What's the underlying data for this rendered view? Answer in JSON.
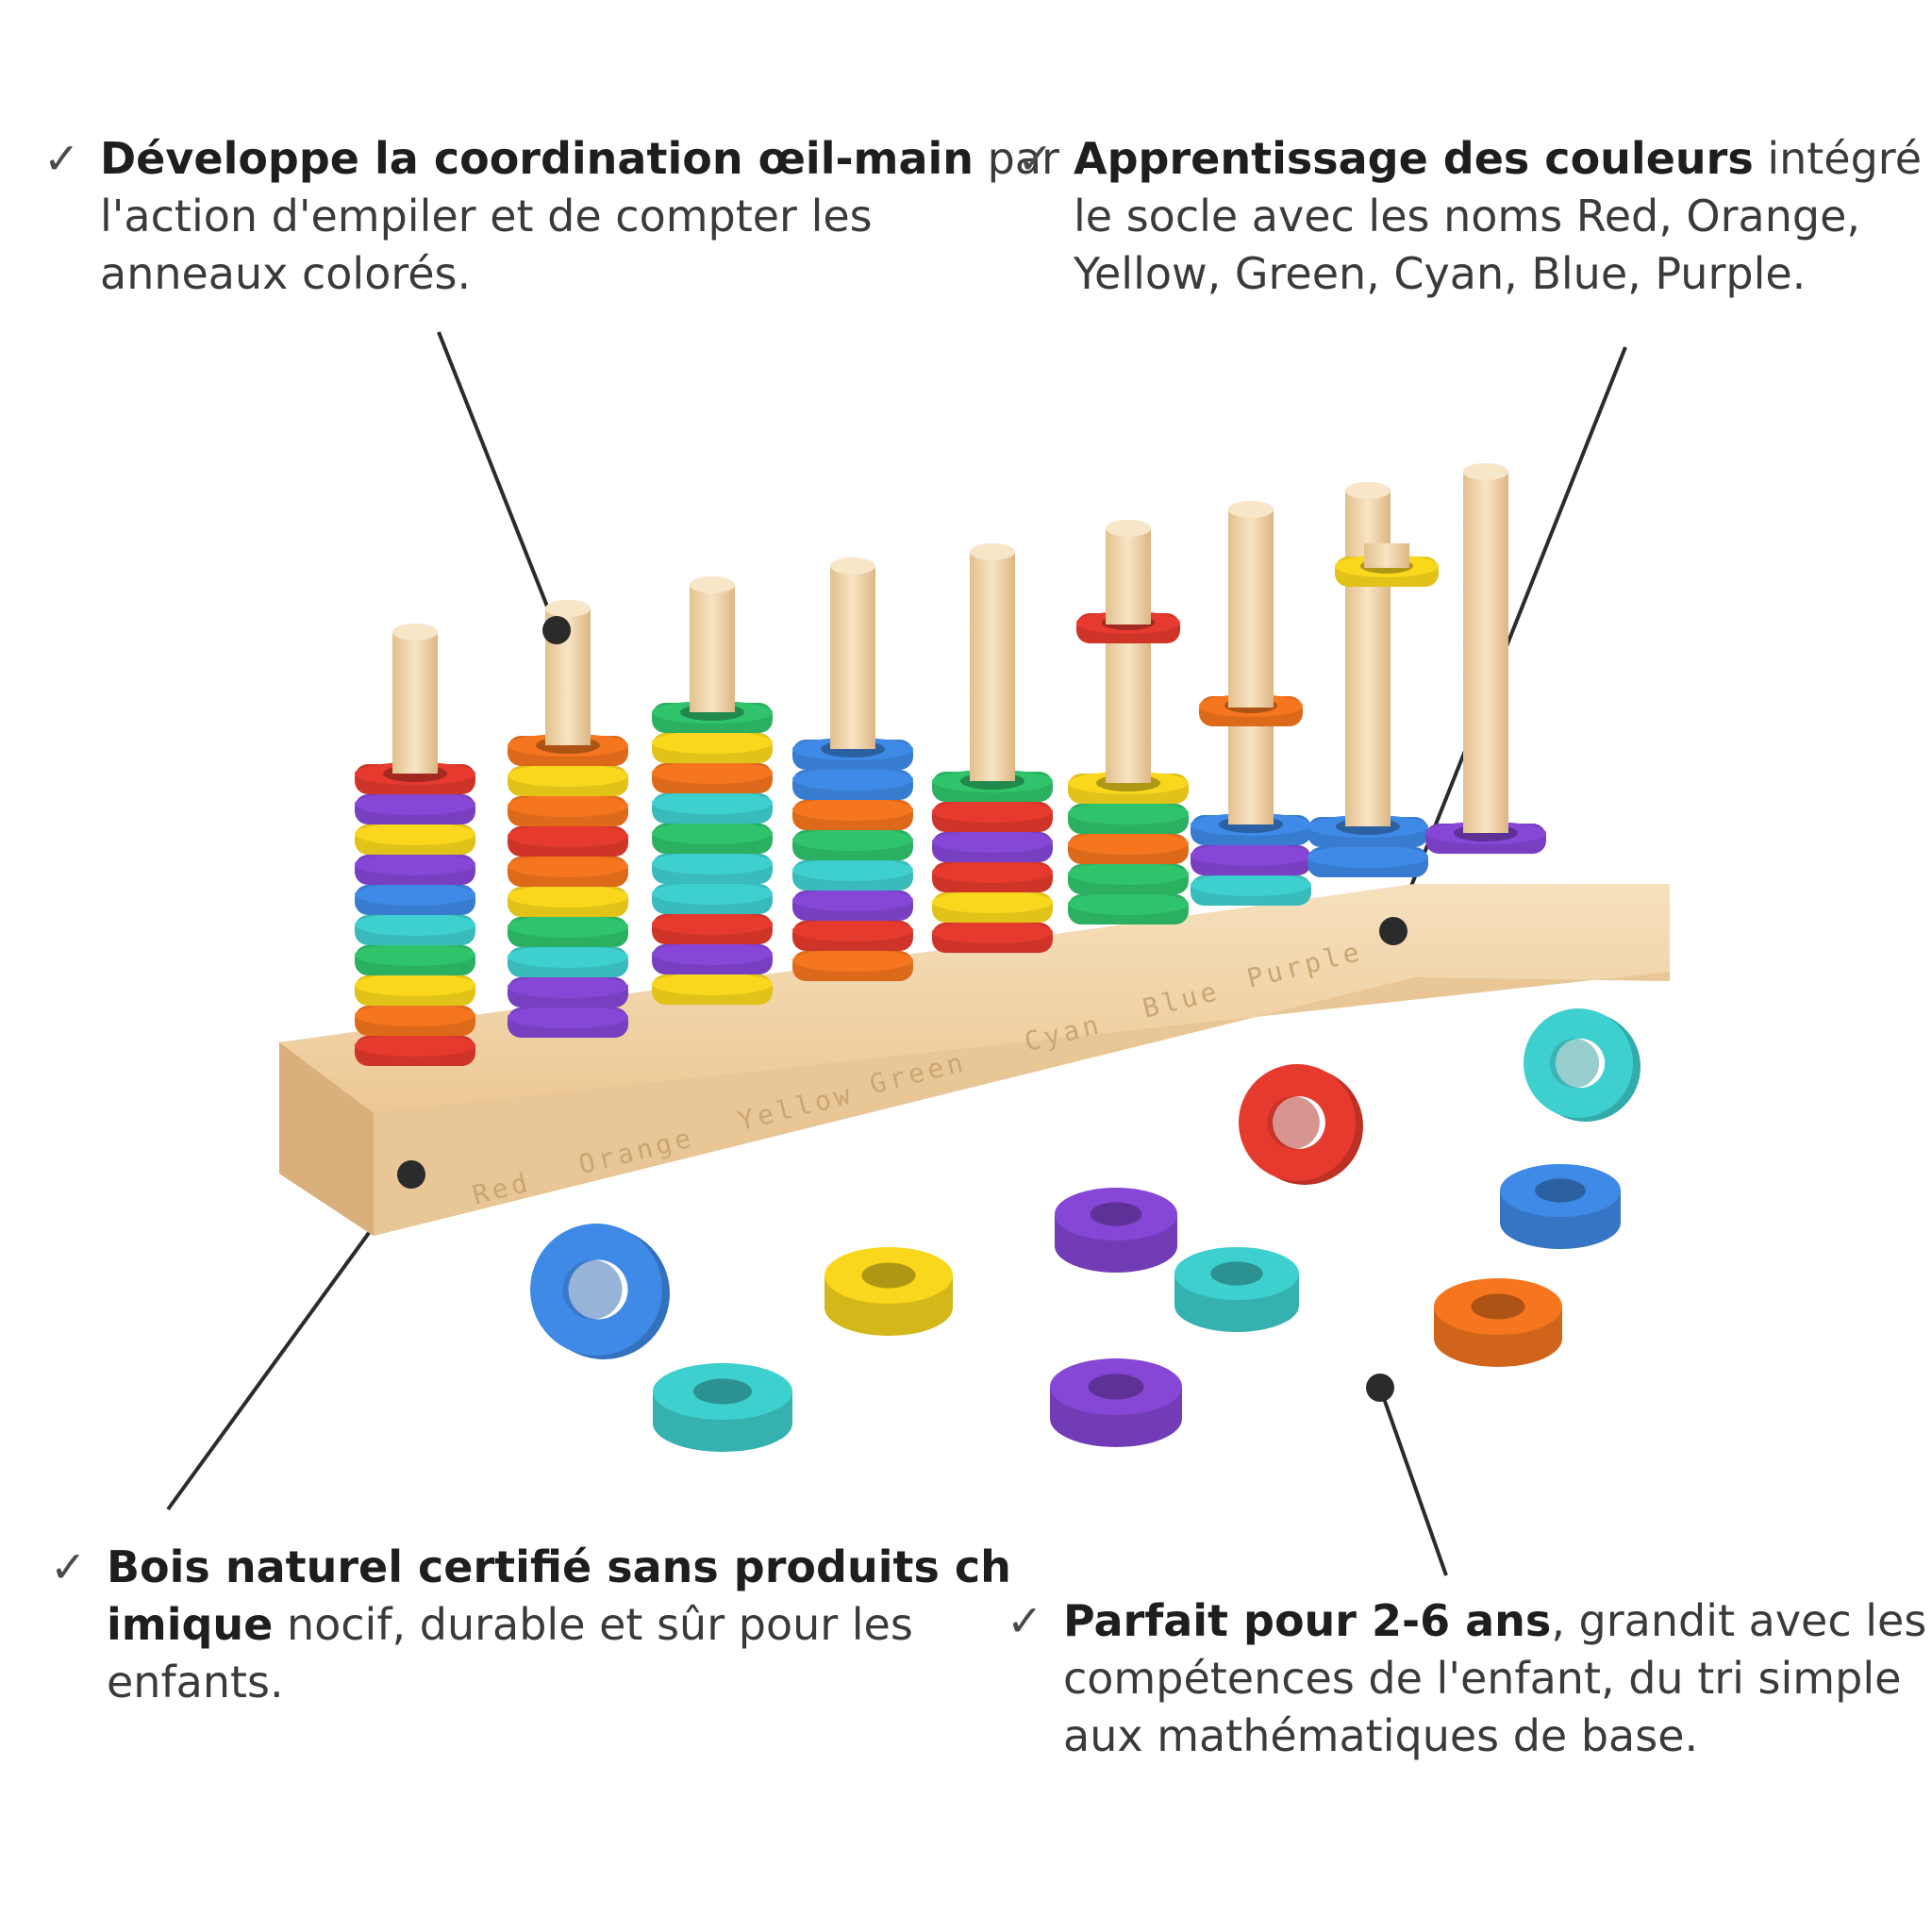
{
  "callouts": {
    "top_left": {
      "check": "✓",
      "bold": "Développe la coordination œil-main",
      "line1_rest": " par",
      "line2": "l'action d'empiler et de compter les",
      "line3": "anneaux colorés."
    },
    "top_right": {
      "check": "✓",
      "bold": "Apprentissage des couleurs",
      "line1_rest": " intégré dan",
      "line2": "le socle avec les noms Red, Orange,",
      "line3": "Yellow, Green, Cyan, Blue, Purple."
    },
    "bottom_left": {
      "check": "✓",
      "bold1": "Bois naturel certifié sans produits ch",
      "bold2": "imique",
      "line2_rest": " nocif, durable et sûr pour les",
      "line3": "enfants."
    },
    "bottom_right": {
      "check": "✓",
      "bold": "Parfait pour 2-6 ans",
      "line1_rest": ", grandit avec les",
      "line2": "compétences de l'enfant, du tri simple",
      "line3": "aux mathématiques de base."
    }
  },
  "base_labels": [
    "Red",
    "Orange",
    "Yellow",
    "Green",
    "Cyan",
    "Blue",
    "Purple"
  ],
  "ring_colors": {
    "red": "#e63a2e",
    "orange": "#f5761e",
    "yellow": "#f9d71c",
    "green": "#2fc46b",
    "cyan": "#3ed0cf",
    "blue": "#3e8ae6",
    "purple": "#8646d6"
  },
  "wood_color": "#f2d7ad"
}
